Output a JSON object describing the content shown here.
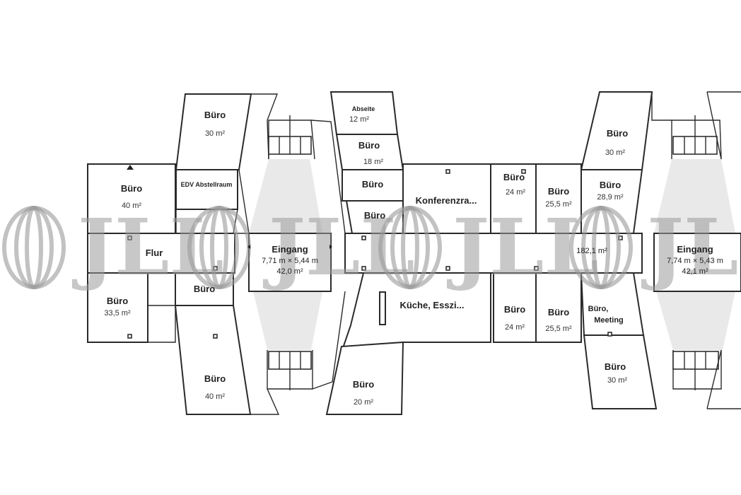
{
  "plan": {
    "rooms": [
      {
        "label": "Büro",
        "area": "30 m²"
      },
      {
        "label": "EDV Abstellraum"
      },
      {
        "label": "Büro",
        "area": "40 m²"
      },
      {
        "label": "Flur"
      },
      {
        "label": "Büro"
      },
      {
        "label": "Büro",
        "area": "33,5 m²"
      },
      {
        "label": "Büro",
        "area": "40 m²"
      },
      {
        "label": "Eingang",
        "dims": "7,71 m × 5,44 m",
        "area": "42,0 m²"
      },
      {
        "label": "Abseite",
        "area": "12 m²"
      },
      {
        "label": "Büro",
        "area": "18 m²"
      },
      {
        "label": "Büro"
      },
      {
        "label": "Büro"
      },
      {
        "label": "Konferenzra..."
      },
      {
        "label": "Küche, Esszi..."
      },
      {
        "label": "Büro",
        "area": "20 m²"
      },
      {
        "label": "Büro",
        "area": "24 m²"
      },
      {
        "label": "Büro",
        "area": "25,5 m²"
      },
      {
        "label": "Büro",
        "area": "24 m²"
      },
      {
        "label": "Büro",
        "area": "25,5 m²"
      },
      {
        "label": "Büro",
        "area": "30 m²"
      },
      {
        "label": "Büro",
        "area": "28,9 m²"
      },
      {
        "label": "Büro,",
        "label2": "Meeting"
      },
      {
        "label": "Büro",
        "area": "30 m²"
      },
      {
        "label": "Eingang",
        "dims": "7,74 m × 5,43 m",
        "area": "42,1 m²"
      }
    ],
    "corridor_area": "182,1 m²",
    "watermark": "JLL"
  }
}
